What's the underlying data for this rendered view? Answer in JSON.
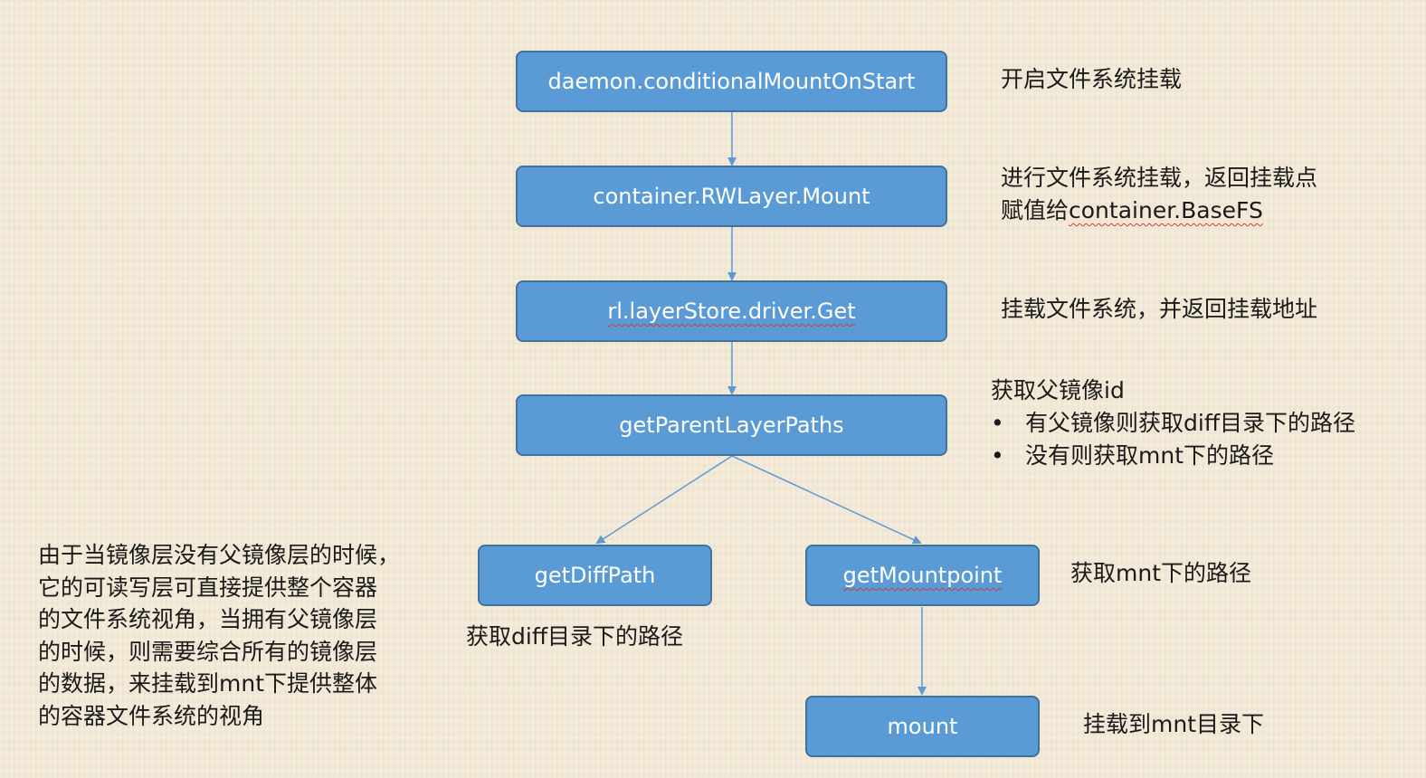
{
  "nodes": {
    "daemon": "daemon.conditionalMountOnStart",
    "rwlayer": "container.RWLayer.Mount",
    "driver_get": "rl.layerStore.driver.Get",
    "parent_paths": "getParentLayerPaths",
    "diff_path": "getDiffPath",
    "mountpoint": "getMountpoint",
    "mount": "mount"
  },
  "notes": {
    "daemon": "开启文件系统挂载",
    "rwlayer_line1": "进行文件系统挂载，返回挂载点",
    "rwlayer_line2_prefix": "赋值给",
    "rwlayer_line2_code": "container.BaseFS",
    "driver_get": "挂载文件系统，并返回挂载地址",
    "parent_title": "获取父镜像id",
    "parent_bullets": [
      "有父镜像则获取diff目录下的路径",
      "没有则获取mnt下的路径"
    ],
    "diff_path": "获取diff目录下的路径",
    "mountpoint": "获取mnt下的路径",
    "mount": "挂载到mnt目录下",
    "left_paragraph": [
      "由于当镜像层没有父镜像层的时候，",
      "它的可读写层可直接提供整个容器",
      "的文件系统视角，当拥有父镜像层",
      "的时候，则需要综合所有的镜像层",
      "的数据，来挂载到mnt下提供整体",
      "的容器文件系统的视角"
    ]
  },
  "colors": {
    "box_fill": "#5b9bd5",
    "box_border": "#41719c",
    "connector": "#5b9bd5",
    "background": "#f4ead7",
    "spellcheck_underline": "#d23a3a"
  }
}
